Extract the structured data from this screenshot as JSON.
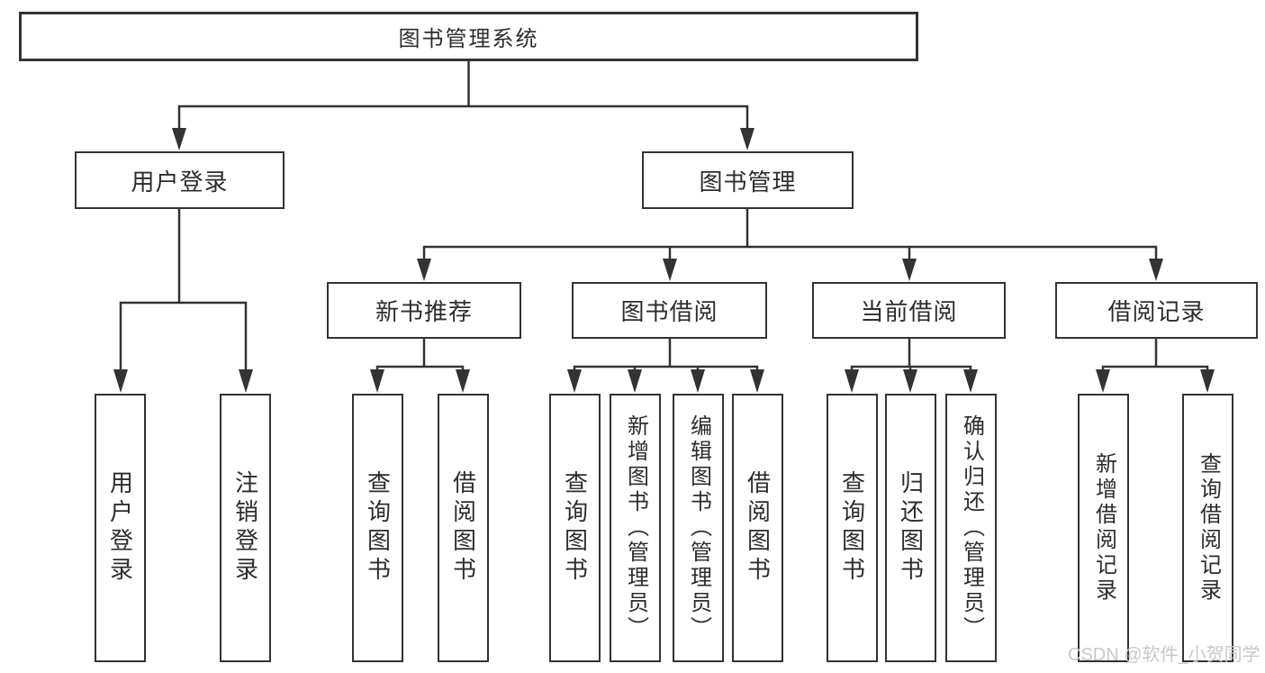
{
  "diagram": {
    "root": {
      "label": "图书管理系统"
    },
    "branches": [
      {
        "label": "用户登录",
        "children": [
          {
            "label": "用户登录"
          },
          {
            "label": "注销登录"
          }
        ]
      },
      {
        "label": "图书管理",
        "sections": [
          {
            "label": "新书推荐",
            "children": [
              {
                "label": "查询图书"
              },
              {
                "label": "借阅图书"
              }
            ]
          },
          {
            "label": "图书借阅",
            "children": [
              {
                "label": "查询图书"
              },
              {
                "label": "新增图书（管理员）"
              },
              {
                "label": "编辑图书（管理员）"
              },
              {
                "label": "借阅图书"
              }
            ]
          },
          {
            "label": "当前借阅",
            "children": [
              {
                "label": "查询图书"
              },
              {
                "label": "归还图书"
              },
              {
                "label": "确认归还（管理员）"
              }
            ]
          },
          {
            "label": "借阅记录",
            "children": [
              {
                "label": "新增借阅记录"
              },
              {
                "label": "查询借阅记录"
              }
            ]
          }
        ]
      }
    ]
  },
  "watermark": {
    "text": "CSDN @软件_小贺同学"
  },
  "colors": {
    "line": "#333333",
    "box_border": "#333333",
    "text": "#2d2d2d",
    "watermark": "#c9c9c9",
    "background": "#ffffff"
  }
}
